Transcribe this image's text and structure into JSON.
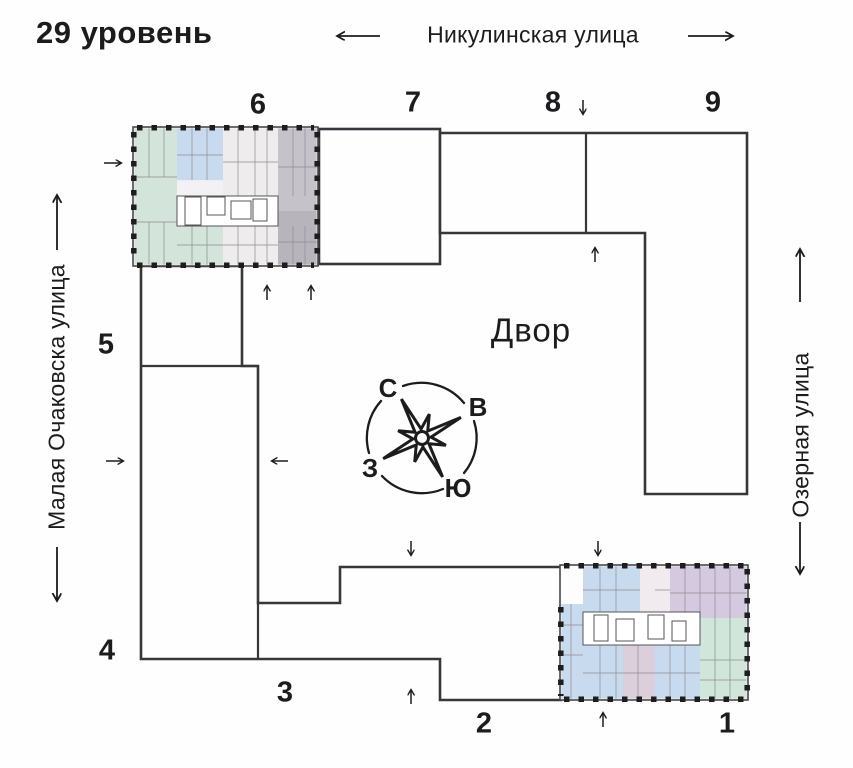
{
  "title": "29 уровень",
  "streets": {
    "top": "Никулинская улица",
    "left": "Малая Очаковска улица",
    "right": "Озерная улица"
  },
  "courtyard": "Двор",
  "compass": {
    "north": "С",
    "east": "В",
    "west": "З",
    "south": "Ю"
  },
  "buildings": [
    {
      "label": "1"
    },
    {
      "label": "2"
    },
    {
      "label": "3"
    },
    {
      "label": "4"
    },
    {
      "label": "5"
    },
    {
      "label": "6"
    },
    {
      "label": "7"
    },
    {
      "label": "8"
    },
    {
      "label": "9"
    }
  ],
  "palette": {
    "green": "#d3e4da",
    "blue": "#c8dbee",
    "lavender": "#d5c9e0",
    "mint": "#d0e6da",
    "mauve": "#dbcfdb",
    "beige": "#efecee",
    "gray": "#c6c2c9",
    "gray_dark": "#b8b4bb",
    "pale": "#f3f1f3",
    "pale_pink": "#f1ebef",
    "white_room": "#fdfdfd",
    "outline": "#38363a",
    "ink": "#1c1b1d"
  }
}
